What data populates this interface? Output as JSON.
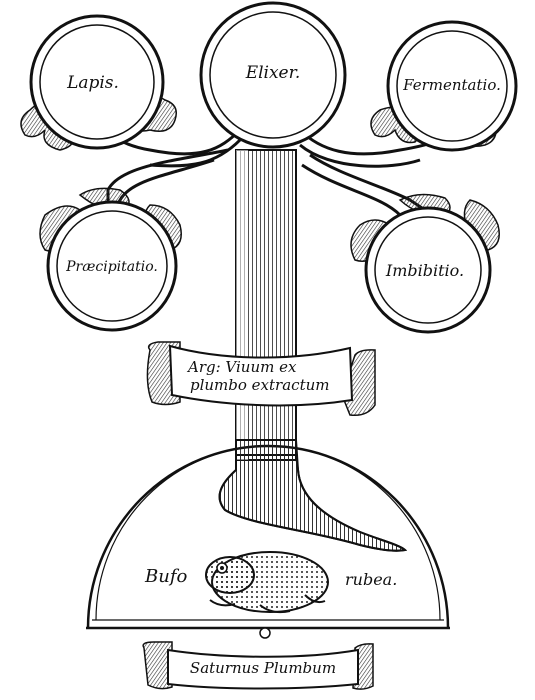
{
  "colors": {
    "paper": "#ffffff",
    "ink": "#111111",
    "hatch": "#555555"
  },
  "medallions": {
    "lapis": "Lapis.",
    "elixer": "Elixer.",
    "fermentatio": "Fermentatio.",
    "praecipitatio": "Præcipitatio.",
    "imbibitio": "Imbibitio."
  },
  "banner": {
    "line1": "Arg: Viuum ex",
    "line2": "plumbo extractum"
  },
  "dome": {
    "left_word": "Bufo",
    "right_word": "rubea."
  },
  "bottom_scroll": {
    "label": "Saturnus Plumbum"
  },
  "icons": [
    "toad-icon",
    "leaf-cluster-icon",
    "scroll-banner-icon",
    "pipe-spout-icon"
  ]
}
